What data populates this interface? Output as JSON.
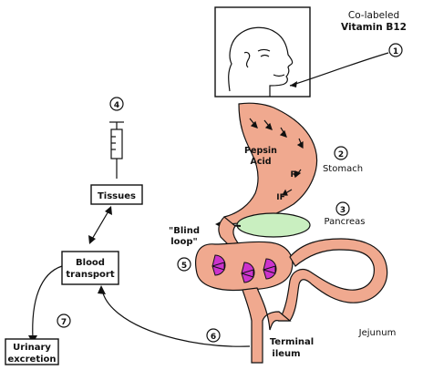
{
  "labels": {
    "vitamin_line1": "Co-labeled",
    "vitamin_line2": "Vitamin B12",
    "pepsin": "Pepsin",
    "acid": "Acid",
    "r": "R",
    "if": "IF",
    "stomach": "Stomach",
    "pancreas": "Pancreas",
    "blind_loop_line1": "\"Blind",
    "blind_loop_line2": "loop\"",
    "jejunum": "Jejunum",
    "terminal_line1": "Terminal",
    "terminal_line2": "ileum",
    "tissues": "Tissues",
    "blood_line1": "Blood",
    "blood_line2": "transport",
    "urinary_line1": "Urinary",
    "urinary_line2": "excretion"
  },
  "steps": [
    "1",
    "2",
    "3",
    "4",
    "5",
    "6",
    "7"
  ],
  "colors": {
    "gut": "#f0a98f",
    "pancreas": "#c9efc0",
    "bacteria": "#cc33cc"
  },
  "icons": [
    "head-profile-icon",
    "syringe-icon",
    "bacteria-icon"
  ]
}
